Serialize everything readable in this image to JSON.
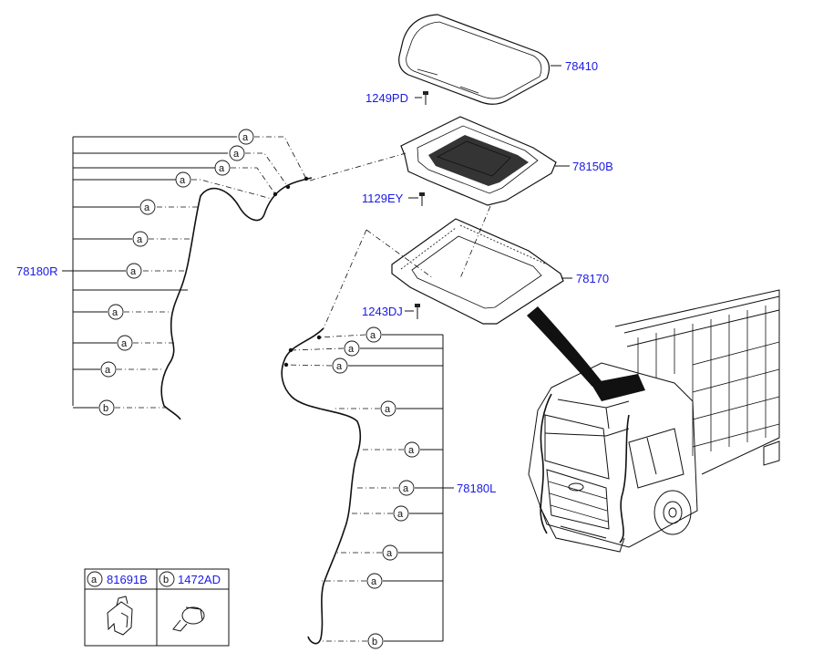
{
  "parts": {
    "glass": "78410",
    "bolt_top": "1249PD",
    "frame": "78150B",
    "screw_mid": "1129EY",
    "seal_frame": "78170",
    "screw_low": "1243DJ",
    "drain_hose_r": "78180R",
    "drain_hose_l": "78180L"
  },
  "clip_letters": {
    "a": "a",
    "b": "b"
  },
  "legend": {
    "a_letter": "a",
    "a_part": "81691B",
    "b_letter": "b",
    "b_part": "1472AD"
  }
}
